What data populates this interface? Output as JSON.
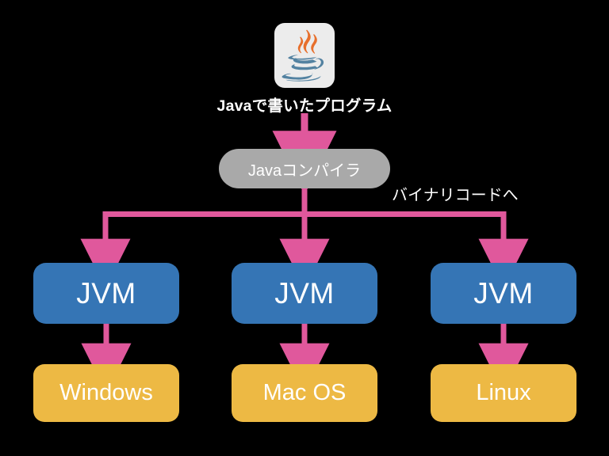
{
  "diagram": {
    "title_text": "Javaで書いたプログラム",
    "background_color": "#000000",
    "logo": {
      "name": "java-logo",
      "alt": "Java coffee cup logo",
      "tile_color": "#ececec",
      "steam_color": "#e76f2c",
      "cup_color": "#5382a1"
    },
    "compiler": {
      "label": "Javaコンパイラ",
      "color": "#a9a9a9",
      "text_color": "#ffffff"
    },
    "binary_label": "バイナリコードへ",
    "arrow_color": "#e0589c",
    "columns": [
      {
        "jvm": {
          "label": "JVM",
          "color": "#3575b5"
        },
        "os": {
          "label": "Windows",
          "color": "#edb944"
        }
      },
      {
        "jvm": {
          "label": "JVM",
          "color": "#3575b5"
        },
        "os": {
          "label": "Mac OS",
          "color": "#edb944"
        }
      },
      {
        "jvm": {
          "label": "JVM",
          "color": "#3575b5"
        },
        "os": {
          "label": "Linux",
          "color": "#edb944"
        }
      }
    ]
  }
}
